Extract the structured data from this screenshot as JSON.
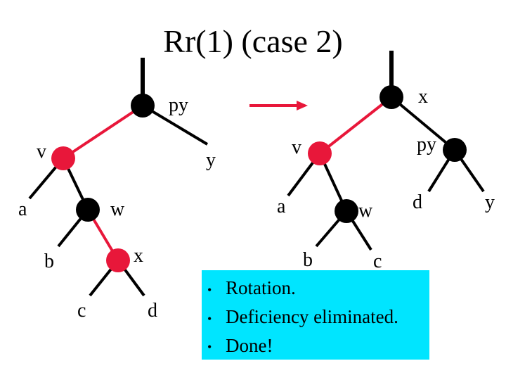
{
  "title": "Rr(1) (case 2)",
  "colors": {
    "red": "#e8173a",
    "black": "#000000",
    "note_bg": "#00e5ff"
  },
  "before": {
    "labels": {
      "py": "py",
      "v": "v",
      "y": "y",
      "a": "a",
      "w": "w",
      "b": "b",
      "x": "x",
      "c": "c",
      "d": "d"
    }
  },
  "after": {
    "labels": {
      "x": "x",
      "v": "v",
      "py": "py",
      "a": "a",
      "w": "w",
      "d": "d",
      "y": "y",
      "b": "b",
      "c": "c"
    }
  },
  "arrow": "right-arrow",
  "notes": {
    "bullet": "•",
    "items": [
      "Rotation.",
      "Deficiency eliminated.",
      "Done!"
    ]
  }
}
